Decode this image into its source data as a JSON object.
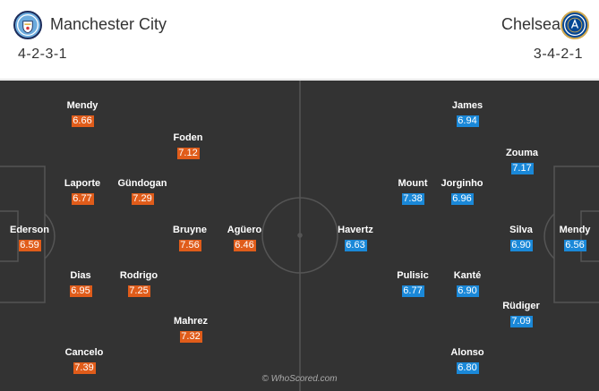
{
  "home": {
    "name": "Manchester City",
    "formation": "4-2-3-1",
    "crest_icon": "manchester-city-crest-icon",
    "rating_color": "#e05c1a",
    "players": [
      {
        "name": "Mendy",
        "rating": "6.66"
      },
      {
        "name": "Foden",
        "rating": "7.12"
      },
      {
        "name": "Laporte",
        "rating": "6.77"
      },
      {
        "name": "Gündogan",
        "rating": "7.29"
      },
      {
        "name": "Ederson",
        "rating": "6.59"
      },
      {
        "name": "Bruyne",
        "rating": "7.56"
      },
      {
        "name": "Agüero",
        "rating": "6.46"
      },
      {
        "name": "Dias",
        "rating": "6.95"
      },
      {
        "name": "Rodrigo",
        "rating": "7.25"
      },
      {
        "name": "Mahrez",
        "rating": "7.32"
      },
      {
        "name": "Cancelo",
        "rating": "7.39"
      }
    ]
  },
  "away": {
    "name": "Chelsea",
    "formation": "3-4-2-1",
    "crest_icon": "chelsea-crest-icon",
    "rating_color": "#1a88d8",
    "players": [
      {
        "name": "James",
        "rating": "6.94"
      },
      {
        "name": "Zouma",
        "rating": "7.17"
      },
      {
        "name": "Mount",
        "rating": "7.38"
      },
      {
        "name": "Jorginho",
        "rating": "6.96"
      },
      {
        "name": "Havertz",
        "rating": "6.63"
      },
      {
        "name": "Silva",
        "rating": "6.90"
      },
      {
        "name": "Mendy",
        "rating": "6.56"
      },
      {
        "name": "Pulisic",
        "rating": "6.77"
      },
      {
        "name": "Kanté",
        "rating": "6.90"
      },
      {
        "name": "Rüdiger",
        "rating": "7.09"
      },
      {
        "name": "Alonso",
        "rating": "6.80"
      }
    ]
  },
  "watermark": "© WhoScored.com",
  "pitch_color": "#333333"
}
